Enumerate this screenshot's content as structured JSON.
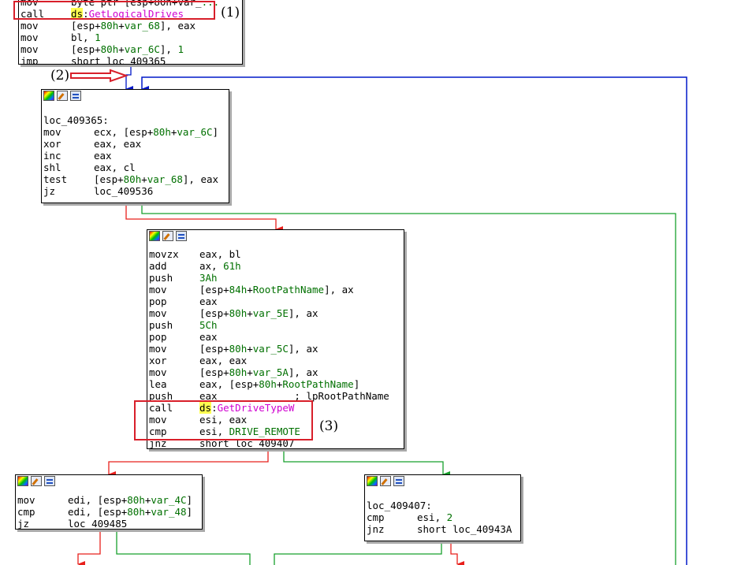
{
  "callouts": {
    "one": "(1)",
    "two": "(2)",
    "three": "(3)"
  },
  "blocks": {
    "b1": {
      "lines": [
        {
          "m": "mov",
          "ops": [
            {
              "t": "byte ptr [esp+80h+var_"
            },
            {
              "t": "...",
              "c": "var"
            }
          ]
        },
        {
          "m": "call",
          "ops": [
            {
              "t": "ds",
              "c": "ds"
            },
            {
              "t": ":"
            },
            {
              "t": "GetLogicalDrives",
              "c": "fn"
            }
          ]
        },
        {
          "m": "mov",
          "ops": [
            {
              "t": "[esp+"
            },
            {
              "t": "80h",
              "c": "num"
            },
            {
              "t": "+"
            },
            {
              "t": "var_68",
              "c": "var"
            },
            {
              "t": "], eax"
            }
          ]
        },
        {
          "m": "mov",
          "ops": [
            {
              "t": "bl, "
            },
            {
              "t": "1",
              "c": "num"
            }
          ]
        },
        {
          "m": "mov",
          "ops": [
            {
              "t": "[esp+"
            },
            {
              "t": "80h",
              "c": "num"
            },
            {
              "t": "+"
            },
            {
              "t": "var_6C",
              "c": "var"
            },
            {
              "t": "], "
            },
            {
              "t": "1",
              "c": "num"
            }
          ]
        },
        {
          "m": "jmp",
          "ops": [
            {
              "t": "short loc_409365"
            }
          ]
        }
      ]
    },
    "b2": {
      "lines": [
        {
          "m": "",
          "ops": []
        },
        {
          "m": "loc_409365:",
          "ops": []
        },
        {
          "m": "mov",
          "ops": [
            {
              "t": "ecx, [esp+"
            },
            {
              "t": "80h",
              "c": "num"
            },
            {
              "t": "+"
            },
            {
              "t": "var_6C",
              "c": "var"
            },
            {
              "t": "]"
            }
          ]
        },
        {
          "m": "xor",
          "ops": [
            {
              "t": "eax, eax"
            }
          ]
        },
        {
          "m": "inc",
          "ops": [
            {
              "t": "eax"
            }
          ]
        },
        {
          "m": "shl",
          "ops": [
            {
              "t": "eax, cl"
            }
          ]
        },
        {
          "m": "test",
          "ops": [
            {
              "t": "[esp+"
            },
            {
              "t": "80h",
              "c": "num"
            },
            {
              "t": "+"
            },
            {
              "t": "var_68",
              "c": "var"
            },
            {
              "t": "], eax"
            }
          ]
        },
        {
          "m": "jz",
          "ops": [
            {
              "t": "loc_409536"
            }
          ]
        }
      ]
    },
    "b3": {
      "lines": [
        {
          "m": "movzx",
          "ops": [
            {
              "t": "eax, bl"
            }
          ]
        },
        {
          "m": "add",
          "ops": [
            {
              "t": "ax, "
            },
            {
              "t": "61h",
              "c": "num"
            }
          ]
        },
        {
          "m": "push",
          "ops": [
            {
              "t": "3Ah",
              "c": "num"
            }
          ]
        },
        {
          "m": "mov",
          "ops": [
            {
              "t": "[esp+"
            },
            {
              "t": "84h",
              "c": "num"
            },
            {
              "t": "+"
            },
            {
              "t": "RootPathName",
              "c": "var"
            },
            {
              "t": "], ax"
            }
          ]
        },
        {
          "m": "pop",
          "ops": [
            {
              "t": "eax"
            }
          ]
        },
        {
          "m": "mov",
          "ops": [
            {
              "t": "[esp+"
            },
            {
              "t": "80h",
              "c": "num"
            },
            {
              "t": "+"
            },
            {
              "t": "var_5E",
              "c": "var"
            },
            {
              "t": "], ax"
            }
          ]
        },
        {
          "m": "push",
          "ops": [
            {
              "t": "5Ch",
              "c": "num"
            }
          ]
        },
        {
          "m": "pop",
          "ops": [
            {
              "t": "eax"
            }
          ]
        },
        {
          "m": "mov",
          "ops": [
            {
              "t": "[esp+"
            },
            {
              "t": "80h",
              "c": "num"
            },
            {
              "t": "+"
            },
            {
              "t": "var_5C",
              "c": "var"
            },
            {
              "t": "], ax"
            }
          ]
        },
        {
          "m": "xor",
          "ops": [
            {
              "t": "eax, eax"
            }
          ]
        },
        {
          "m": "mov",
          "ops": [
            {
              "t": "[esp+"
            },
            {
              "t": "80h",
              "c": "num"
            },
            {
              "t": "+"
            },
            {
              "t": "var_5A",
              "c": "var"
            },
            {
              "t": "], ax"
            }
          ]
        },
        {
          "m": "lea",
          "ops": [
            {
              "t": "eax, [esp+"
            },
            {
              "t": "80h",
              "c": "num"
            },
            {
              "t": "+"
            },
            {
              "t": "RootPathName",
              "c": "var"
            },
            {
              "t": "]"
            }
          ]
        },
        {
          "m": "push",
          "ops": [
            {
              "t": "eax             ; lpRootPathName",
              "c": "cmt"
            }
          ]
        },
        {
          "m": "call",
          "ops": [
            {
              "t": "ds",
              "c": "ds"
            },
            {
              "t": ":"
            },
            {
              "t": "GetDriveTypeW",
              "c": "fn"
            }
          ]
        },
        {
          "m": "mov",
          "ops": [
            {
              "t": "esi, eax"
            }
          ]
        },
        {
          "m": "cmp",
          "ops": [
            {
              "t": "esi, "
            },
            {
              "t": "DRIVE_REMOTE",
              "c": "num"
            }
          ]
        },
        {
          "m": "jnz",
          "ops": [
            {
              "t": "short loc_409407"
            }
          ]
        }
      ]
    },
    "b4": {
      "lines": [
        {
          "m": "mov",
          "ops": [
            {
              "t": "edi, [esp+"
            },
            {
              "t": "80h",
              "c": "num"
            },
            {
              "t": "+"
            },
            {
              "t": "var_4C",
              "c": "var"
            },
            {
              "t": "]"
            }
          ]
        },
        {
          "m": "cmp",
          "ops": [
            {
              "t": "edi, [esp+"
            },
            {
              "t": "80h",
              "c": "num"
            },
            {
              "t": "+"
            },
            {
              "t": "var_48",
              "c": "var"
            },
            {
              "t": "]"
            }
          ]
        },
        {
          "m": "jz",
          "ops": [
            {
              "t": "loc_409485"
            }
          ]
        }
      ]
    },
    "b5": {
      "lines": [
        {
          "m": "",
          "ops": []
        },
        {
          "m": "loc_409407:",
          "ops": []
        },
        {
          "m": "cmp",
          "ops": [
            {
              "t": "esi, "
            },
            {
              "t": "2",
              "c": "num"
            }
          ]
        },
        {
          "m": "jnz",
          "ops": [
            {
              "t": "short loc_40943A"
            }
          ]
        }
      ]
    }
  },
  "colors": {
    "red": "#e8201c",
    "green": "#18a02c",
    "blue": "#0018c8",
    "highlight": "#d81f2a"
  }
}
